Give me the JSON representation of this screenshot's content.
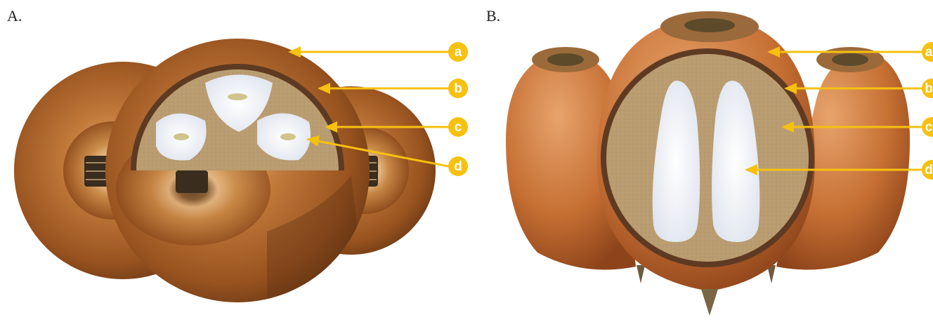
{
  "panels": [
    {
      "label": "A.",
      "callouts": [
        "a",
        "b",
        "c",
        "d"
      ]
    },
    {
      "label": "B.",
      "callouts": [
        "a",
        "b",
        "c",
        "d"
      ]
    }
  ],
  "colors": {
    "callout": "#f6c10f",
    "husk_dark": "#8a4a1c",
    "husk_mid": "#b8682c",
    "husk_light": "#e0a060",
    "endocarp": "#6b4a30",
    "mesocarp_cut": "#b89a6e",
    "seed": "#f4f6fa",
    "embryo": "#cfc58a"
  }
}
